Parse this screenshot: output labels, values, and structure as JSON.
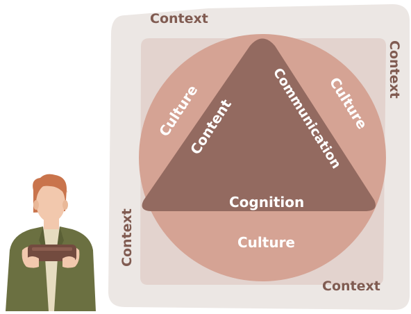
{
  "diagram": {
    "context_labels": [
      "Context",
      "Context",
      "Context",
      "Context"
    ],
    "culture_labels": [
      "Culture",
      "Culture",
      "Culture"
    ],
    "triangle_labels": {
      "left": "Content",
      "right": "Communication",
      "bottom": "Cognition"
    }
  },
  "colors": {
    "outer_frame": "#ece7e4",
    "inner_frame": "#e3d3ce",
    "circle": "#d5a394",
    "triangle": "#936a60",
    "context_text": "#805b51",
    "white_text": "#ffffff",
    "person_jacket": "#6b7041",
    "person_hair": "#c9744c",
    "person_skin": "#f2c8ad",
    "person_shirt": "#e6dcc0",
    "phone": "#734b3f"
  },
  "icons": [
    "person-holding-phone-illustration"
  ]
}
